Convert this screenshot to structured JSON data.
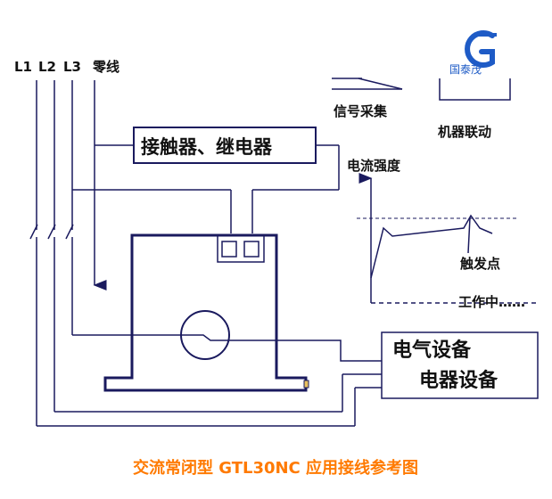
{
  "lines": {
    "l1": "L1",
    "l2": "L2",
    "l3": "L3",
    "neutral": "零线"
  },
  "contactor_label": "接触器、继电器",
  "signal_label": "信号采集",
  "machine_label": "机器联动",
  "current_label": "电流强度",
  "trigger_label": "触发点",
  "working_label": "工作中……",
  "equipment": {
    "line1": "电气设备",
    "line2": "电器设备"
  },
  "logo": {
    "text": "国泰茂"
  },
  "footer_title": "交流常闭型 GTL30NC 应用接线参考图",
  "colors": {
    "line": "#1a1a5e",
    "text": "#111111",
    "title": "#ff7a00",
    "logo": "#1e5bc6"
  }
}
